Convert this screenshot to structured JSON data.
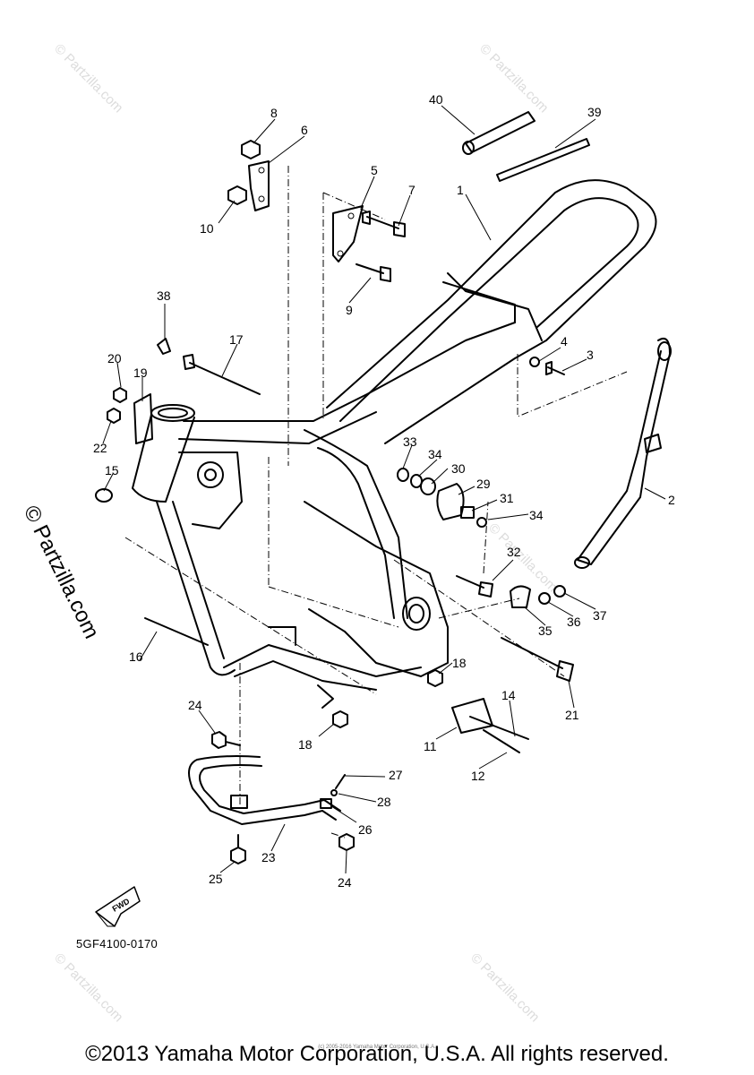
{
  "watermark": "© Partzilla.com",
  "watermark_faint": "© Partzilla.com",
  "fwd_label": "FWD",
  "catalog_code": "5GF4100-0170",
  "copyright": "©2013 Yamaha Motor Corporation, U.S.A. All rights reserved.",
  "fine_print": "(c) 2005-2016 Yamaha Motor Corporation, U.S.A.",
  "callouts": [
    "1",
    "2",
    "3",
    "4",
    "5",
    "6",
    "7",
    "8",
    "9",
    "10",
    "11",
    "12",
    "14",
    "15",
    "16",
    "17",
    "18",
    "18",
    "19",
    "20",
    "21",
    "22",
    "23",
    "24",
    "24",
    "25",
    "26",
    "27",
    "28",
    "29",
    "30",
    "31",
    "32",
    "33",
    "34",
    "34",
    "35",
    "36",
    "37",
    "38",
    "39",
    "40"
  ]
}
